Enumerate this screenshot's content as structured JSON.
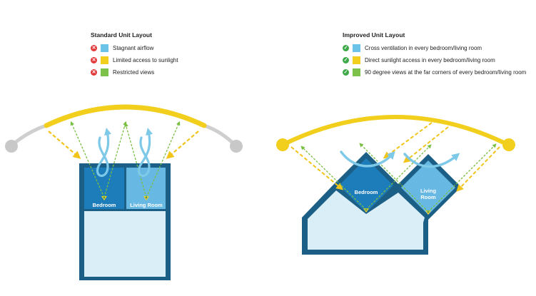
{
  "colors": {
    "frame": "#1b5f86",
    "room_dark": "#1d7cba",
    "room_light": "#67b9e4",
    "interior": "#d9eef7",
    "sun_arc": "#f2cf1d",
    "sun_arc_grey": "#cfcfcf",
    "sun_dot_grey": "#c8c8c8",
    "airflow": "#7ec8e8",
    "sunlight_arrow": "#f0c419",
    "view_arrow": "#79bf43",
    "cross": "#e03a3a",
    "check": "#3daa48"
  },
  "standard": {
    "title": "Standard Unit Layout",
    "items": [
      {
        "label": "Stagnant airflow",
        "status": "bad",
        "swatch": "#6cc3e8"
      },
      {
        "label": "Limited access to sunlight",
        "status": "bad",
        "swatch": "#f2cf1d"
      },
      {
        "label": "Restricted views",
        "status": "bad",
        "swatch": "#7cc24a"
      }
    ],
    "rooms": [
      "Bedroom",
      "Living Room"
    ]
  },
  "improved": {
    "title": "Improved Unit Layout",
    "items": [
      {
        "label": "Cross ventilation in every bedroom/living room",
        "status": "good",
        "swatch": "#6cc3e8"
      },
      {
        "label": "Direct sunlight access in every bedroom/living room",
        "status": "good",
        "swatch": "#f2cf1d"
      },
      {
        "label": "90 degree views at the far corners of every bedroom/living room",
        "status": "good",
        "swatch": "#7cc24a"
      }
    ],
    "rooms": [
      "Bedroom",
      "Living",
      "Room"
    ]
  },
  "icons": {
    "bad": "cross-icon",
    "good": "check-icon"
  }
}
